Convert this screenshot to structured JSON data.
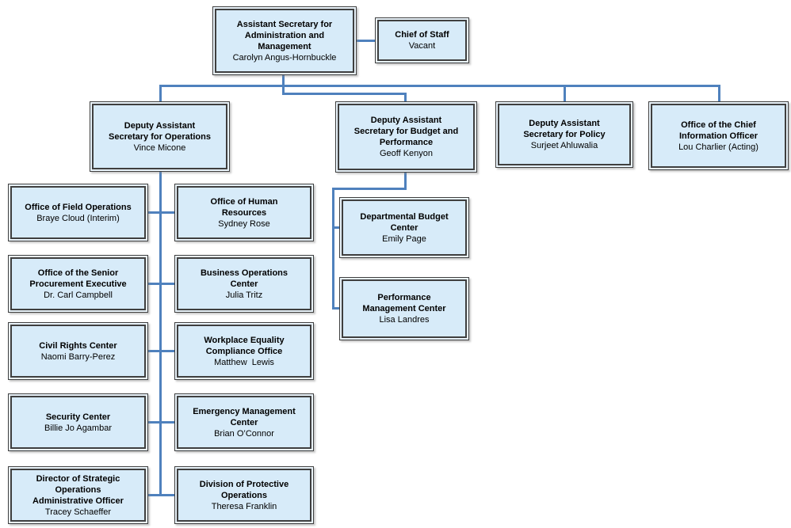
{
  "colors": {
    "box_fill": "#d7ebf9",
    "box_frame": "#3f3f3f",
    "box_gap": "#eaf4fb",
    "connector": "#4f81bd",
    "text": "#000000",
    "background": "#ffffff"
  },
  "nodes": [
    {
      "id": "asam",
      "title": "Assistant Secretary for\nAdministration and\nManagement",
      "name": "Carolyn Angus-Hornbuckle"
    },
    {
      "id": "chief-of-staff",
      "title": "Chief of Staff",
      "name": "Vacant"
    },
    {
      "id": "deputy-operations",
      "title": "Deputy Assistant\nSecretary for Operations",
      "name": "Vince Micone"
    },
    {
      "id": "deputy-budget",
      "title": "Deputy Assistant\nSecretary for Budget and\nPerformance",
      "name": "Geoff Kenyon"
    },
    {
      "id": "deputy-policy",
      "title": "Deputy Assistant\nSecretary for Policy",
      "name": "Surjeet Ahluwalia"
    },
    {
      "id": "ocio",
      "title": "Office of the Chief\nInformation Officer",
      "name": "Lou Charlier (Acting)"
    },
    {
      "id": "field-operations",
      "title": "Office of Field Operations",
      "name": "Braye Cloud (Interim)"
    },
    {
      "id": "human-resources",
      "title": "Office of Human\nResources",
      "name": "Sydney Rose"
    },
    {
      "id": "senior-procurement",
      "title": "Office of the Senior\nProcurement Executive",
      "name": "Dr. Carl Campbell"
    },
    {
      "id": "business-operations",
      "title": "Business Operations\nCenter",
      "name": "Julia Tritz"
    },
    {
      "id": "civil-rights",
      "title": "Civil Rights Center",
      "name": "Naomi Barry-Perez"
    },
    {
      "id": "workplace-equality",
      "title": "Workplace Equality\nCompliance Office",
      "name": "Matthew  Lewis"
    },
    {
      "id": "security-center",
      "title": "Security Center",
      "name": "Billie Jo Agambar"
    },
    {
      "id": "emergency-management",
      "title": "Emergency Management\nCenter",
      "name": "Brian O’Connor"
    },
    {
      "id": "strategic-operations",
      "title": "Director of Strategic\nOperations\nAdministrative Officer",
      "name": "Tracey Schaeffer"
    },
    {
      "id": "protective-operations",
      "title": "Division of Protective\nOperations",
      "name": "Theresa Franklin"
    },
    {
      "id": "departmental-budget",
      "title": "Departmental Budget\nCenter",
      "name": "Emily Page"
    },
    {
      "id": "performance-management",
      "title": "Performance\nManagement Center",
      "name": "Lisa Landres"
    }
  ],
  "edges": [
    {
      "from": "asam",
      "to": "chief-of-staff"
    },
    {
      "from": "asam",
      "to": "deputy-operations"
    },
    {
      "from": "asam",
      "to": "deputy-budget"
    },
    {
      "from": "asam",
      "to": "deputy-policy"
    },
    {
      "from": "asam",
      "to": "ocio"
    },
    {
      "from": "deputy-operations",
      "to": "field-operations"
    },
    {
      "from": "deputy-operations",
      "to": "human-resources"
    },
    {
      "from": "deputy-operations",
      "to": "senior-procurement"
    },
    {
      "from": "deputy-operations",
      "to": "business-operations"
    },
    {
      "from": "deputy-operations",
      "to": "civil-rights"
    },
    {
      "from": "deputy-operations",
      "to": "workplace-equality"
    },
    {
      "from": "deputy-operations",
      "to": "security-center"
    },
    {
      "from": "deputy-operations",
      "to": "emergency-management"
    },
    {
      "from": "deputy-operations",
      "to": "strategic-operations"
    },
    {
      "from": "deputy-operations",
      "to": "protective-operations"
    },
    {
      "from": "deputy-budget",
      "to": "departmental-budget"
    },
    {
      "from": "deputy-budget",
      "to": "performance-management"
    }
  ]
}
